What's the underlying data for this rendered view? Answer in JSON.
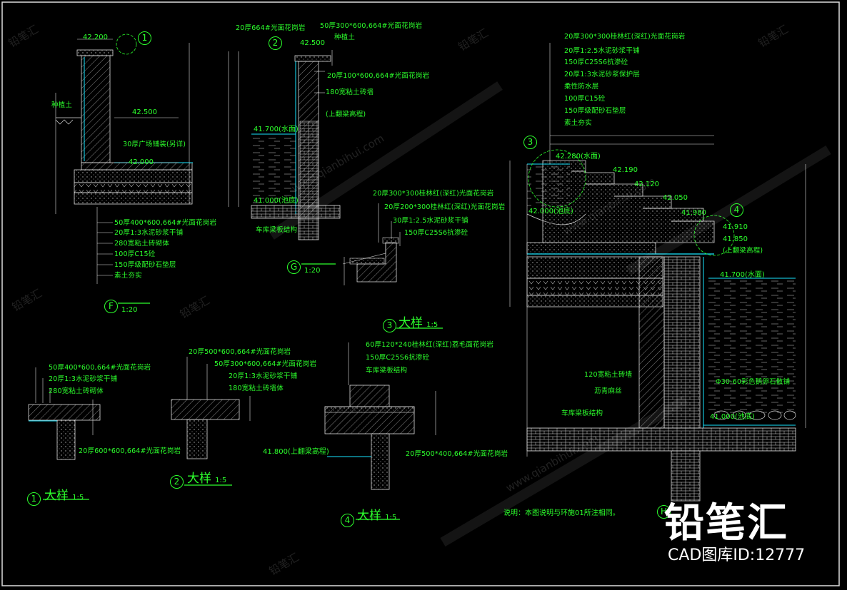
{
  "sheet": {
    "notes": "说明：本图说明与环施01所注相同。",
    "logo": "铅笔汇",
    "cad_id": "CAD图库ID:12777",
    "watermark": "铅笔汇",
    "watermark_url": "www.qianbihui.com"
  },
  "detail_f": {
    "title": "F",
    "scale": "1:20",
    "ref": "1",
    "elev_top": "42.200",
    "elev_mid": "42.500",
    "elev_base": "42.000",
    "plant_soil": "种植土",
    "right_note": "30厚广场铺装(另详)",
    "layers": [
      "50厚400*600,664#光面花岗岩",
      "20厚1:3水泥砂浆干铺",
      "280宽粘土砖砌体",
      "100厚C15砼",
      "150厚级配砂石垫层",
      "素土夯实"
    ]
  },
  "detail_g": {
    "title": "G",
    "scale": "1:20",
    "ref": "2",
    "top_labels": [
      "20厚664#光面花岗岩",
      "50厚300*600,664#光面花岗岩"
    ],
    "elev_top": "42.500",
    "plant_soil": "种植土",
    "right_labels": [
      "20厚100*600,664#光面花岗岩",
      "180宽粘土砖墙",
      "(上翻梁高程)"
    ],
    "water_level": "41.700(水面)",
    "bottom_elev": "41.000(池底)",
    "structure": "车库梁板结构"
  },
  "detail_3": {
    "title": "3",
    "big": "大样",
    "scale": "1:5",
    "labels": [
      "20厚300*300桂林红(深红)光面花岗岩",
      "20厚200*300桂林红(深红)光面花岗岩",
      "30厚1:2.5水泥砂浆干铺",
      "150厚C25S6抗渗砼"
    ]
  },
  "detail_h": {
    "title": "H",
    "ref3": "3",
    "ref4": "4",
    "layers": [
      "20厚300*300桂林红(深红)光面花岗岩",
      "20厚1:2.5水泥砂浆干铺",
      "150厚C25S6抗渗砼",
      "20厚1:3水泥砂浆保护层",
      "柔性防水层",
      "100厚C15砼",
      "150厚级配砂石垫层",
      "素土夯实"
    ],
    "elevs": [
      "42.280(水面)",
      "42.190",
      "42.120",
      "42.050",
      "41.980",
      "41.910",
      "41.850",
      "42.000(池底)",
      "41.700(水面)",
      "41.000(池底)"
    ],
    "upper_beam": "(上翻梁高程)",
    "left_labels": [
      "120宽粘土砖墙",
      "沥青麻丝",
      "车库梁板结构"
    ],
    "pebbles": "Φ30-60彩色鹅卵石散铺"
  },
  "detail_1": {
    "title": "1",
    "big": "大样",
    "scale": "1:5",
    "labels": [
      "50厚400*600,664#光面花岗岩",
      "20厚1:3水泥砂浆干铺",
      "280宽粘土砖砌体"
    ],
    "bottom": "20厚600*600,664#光面花岗岩"
  },
  "detail_2": {
    "title": "2",
    "big": "大样",
    "scale": "1:5",
    "labels": [
      "20厚500*600,664#光面花岗岩",
      "50厚300*600,664#光面花岗岩",
      "20厚1:3水泥砂浆干铺",
      "180宽粘土砖墙体"
    ]
  },
  "detail_4": {
    "title": "4",
    "big": "大样",
    "scale": "1:5",
    "labels": [
      "60厚120*240桂林红(深红)荔毛面花岗岩",
      "150厚C25S6抗渗砼",
      "车库梁板结构"
    ],
    "beam": "41.800(上翻梁高程)",
    "bottom": "20厚500*400,664#光面花岗岩"
  }
}
